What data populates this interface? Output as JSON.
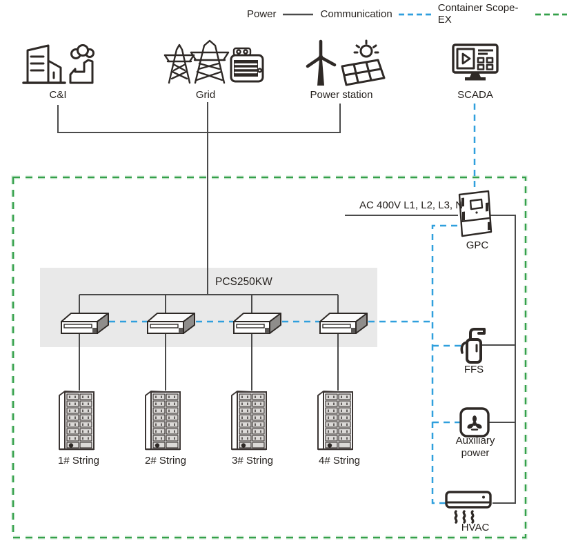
{
  "colors": {
    "power": "#4a4a4a",
    "communication": "#2f9fdd",
    "container": "#34a04a",
    "container_halo": "#cfe9d5",
    "pcs_box_bg": "#e9e9e9",
    "icon_stroke": "#2e2926",
    "text": "#231f1c"
  },
  "legend": {
    "power": "Power",
    "communication": "Communication",
    "container": "Container Scope-EX"
  },
  "nodes": {
    "ci": "C&I",
    "grid": "Grid",
    "power_station": "Power station",
    "scada": "SCADA",
    "pcs_group": "PCS250KW",
    "ac": "AC 400V L1, L2, L3, N",
    "gpc": "GPC",
    "ffs": "FFS",
    "aux": "Auxiliary\npower",
    "hvac": "HVAC",
    "strings": [
      "1# String",
      "2# String",
      "3# String",
      "4# String"
    ]
  }
}
